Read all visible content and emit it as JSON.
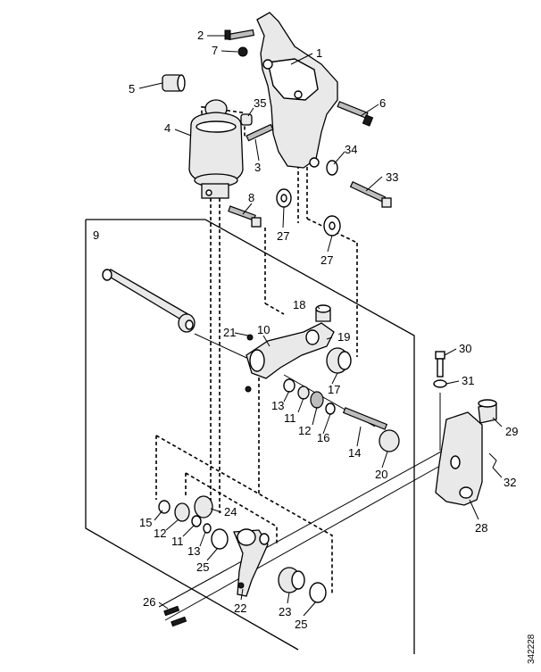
{
  "figure_id": "342228",
  "group_label": "9",
  "callouts": [
    {
      "id": "c1",
      "text": "1"
    },
    {
      "id": "c2",
      "text": "2"
    },
    {
      "id": "c3",
      "text": "3"
    },
    {
      "id": "c4",
      "text": "4"
    },
    {
      "id": "c5",
      "text": "5"
    },
    {
      "id": "c6",
      "text": "6"
    },
    {
      "id": "c7",
      "text": "7"
    },
    {
      "id": "c8",
      "text": "8"
    },
    {
      "id": "c10",
      "text": "10"
    },
    {
      "id": "c11a",
      "text": "11"
    },
    {
      "id": "c11b",
      "text": "11"
    },
    {
      "id": "c12a",
      "text": "12"
    },
    {
      "id": "c12b",
      "text": "12"
    },
    {
      "id": "c13a",
      "text": "13"
    },
    {
      "id": "c13b",
      "text": "13"
    },
    {
      "id": "c14",
      "text": "14"
    },
    {
      "id": "c15",
      "text": "15"
    },
    {
      "id": "c16",
      "text": "16"
    },
    {
      "id": "c17",
      "text": "17"
    },
    {
      "id": "c18",
      "text": "18"
    },
    {
      "id": "c19",
      "text": "19"
    },
    {
      "id": "c20",
      "text": "20"
    },
    {
      "id": "c21",
      "text": "21"
    },
    {
      "id": "c22",
      "text": "22"
    },
    {
      "id": "c23",
      "text": "23"
    },
    {
      "id": "c24",
      "text": "24"
    },
    {
      "id": "c25a",
      "text": "25"
    },
    {
      "id": "c25b",
      "text": "25"
    },
    {
      "id": "c26",
      "text": "26"
    },
    {
      "id": "c27a",
      "text": "27"
    },
    {
      "id": "c27b",
      "text": "27"
    },
    {
      "id": "c28",
      "text": "28"
    },
    {
      "id": "c29",
      "text": "29"
    },
    {
      "id": "c30",
      "text": "30"
    },
    {
      "id": "c31",
      "text": "31"
    },
    {
      "id": "c32",
      "text": "32"
    },
    {
      "id": "c33",
      "text": "33"
    },
    {
      "id": "c34",
      "text": "34"
    },
    {
      "id": "c35",
      "text": "35"
    }
  ]
}
